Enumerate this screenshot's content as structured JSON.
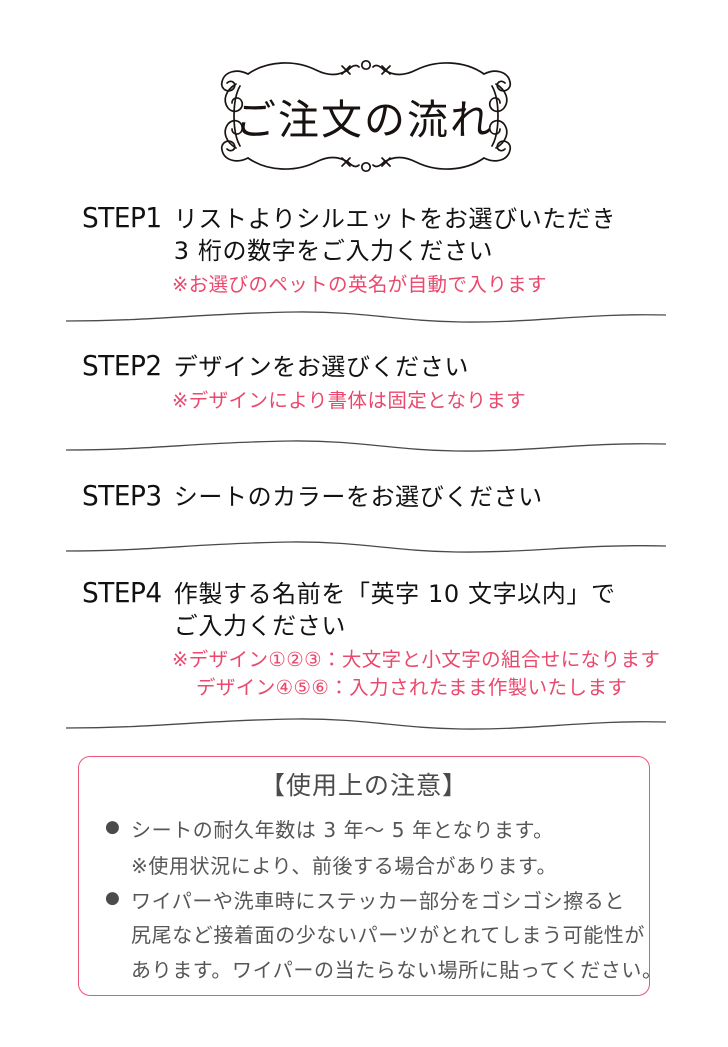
{
  "page": {
    "title": "ご注文の流れ",
    "background_color": "#ffffff",
    "accent_red": "#ea486c",
    "notice_border_color": "#ec5578",
    "text_color": "#121212",
    "notice_text_color": "#565656"
  },
  "steps": [
    {
      "label": "STEP1",
      "lines": [
        "リストよりシルエットをお選びいただき",
        "3 桁の数字をご入力ください"
      ],
      "notes": [
        "※お選びのペットの英名が自動で入ります"
      ]
    },
    {
      "label": "STEP2",
      "lines": [
        "デザインをお選びください"
      ],
      "notes": [
        "※デザインにより書体は固定となります"
      ]
    },
    {
      "label": "STEP3",
      "lines": [
        "シートのカラーをお選びください"
      ],
      "notes": []
    },
    {
      "label": "STEP4",
      "lines": [
        "作製する名前を「英字 10 文字以内」で",
        "ご入力ください"
      ],
      "notes": [
        "※デザイン①②③：大文字と小文字の組合せになります",
        "デザイン④⑤⑥：入力されたまま作製いたします"
      ]
    }
  ],
  "notice": {
    "title": "【使用上の注意】",
    "bullet_glyph": "●",
    "items": [
      {
        "lines": [
          "シートの耐久年数は 3 年〜 5 年となります。"
        ],
        "sub": "※使用状況により、前後する場合があります。"
      },
      {
        "lines": [
          "ワイパーや洗車時にステッカー部分をゴシゴシ擦ると",
          "尻尾など接着面の少ないパーツがとれてしまう可能性が",
          "あります。ワイパーの当たらない場所に貼ってください。"
        ],
        "sub": ""
      }
    ]
  }
}
